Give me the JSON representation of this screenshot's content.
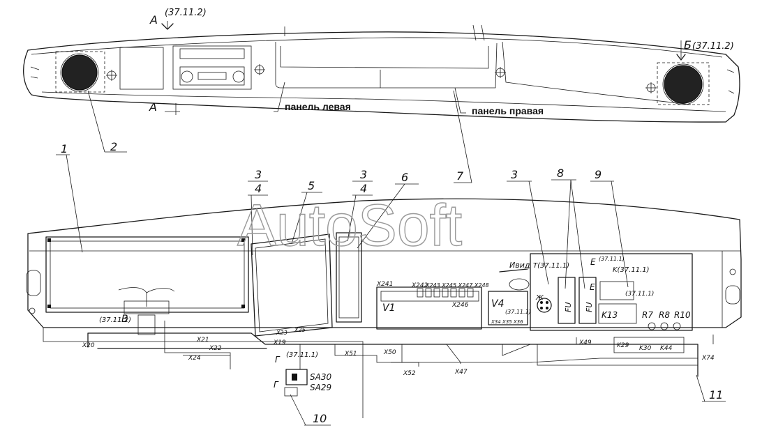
{
  "watermark": "AutoSoft",
  "panel_labels": {
    "left": "панель левая",
    "right": "панель правая"
  },
  "section_marks": {
    "a_top": "А",
    "a_top_ref": "(37.11.2)",
    "a_bottom": "А",
    "b_right": "Б",
    "b_right_ref": "(37.11.2)"
  },
  "callouts": [
    "1",
    "2",
    "3",
    "4",
    "5",
    "3",
    "4",
    "6",
    "7",
    "3",
    "8",
    "9",
    "10",
    "11"
  ],
  "components": {
    "v1": "V1",
    "v4": "V4",
    "fu1": "FU",
    "fu2": "FU",
    "k13": "K13",
    "r7": "R7",
    "r8": "R8",
    "r10": "R10",
    "sa30": "SA30",
    "sa29": "SA29",
    "k29": "K29",
    "k30": "K30",
    "k44": "K44",
    "k_ref": "K(37.11.1)",
    "zh": "Ж",
    "e_top": "E",
    "e_mid": "E",
    "ivid": "Ивид",
    "t_ref": "T(37.11.1)",
    "e_ref": "(37.11.1)",
    "v4_ref": "(37.11.1)",
    "k_ref2": "(37.11.1)",
    "g_ref": "(37.11.1)",
    "g1": "Г",
    "g2": "Г",
    "v_ref": "(37.11.2)",
    "v_letter": "В"
  },
  "connectors": {
    "x241": "X241",
    "x242": "X242",
    "x243": "X243 X245 X247 X248",
    "x246": "X246",
    "x20": "X20",
    "x21": "X21",
    "x22": "X22",
    "x24": "X24",
    "x19": "X19",
    "x51": "X51",
    "x50": "X50",
    "x52": "X52",
    "x47": "X47",
    "x49": "X49",
    "x74": "X74",
    "x23": "X23",
    "x25": "X25",
    "x34": "X34 X35 X36"
  }
}
